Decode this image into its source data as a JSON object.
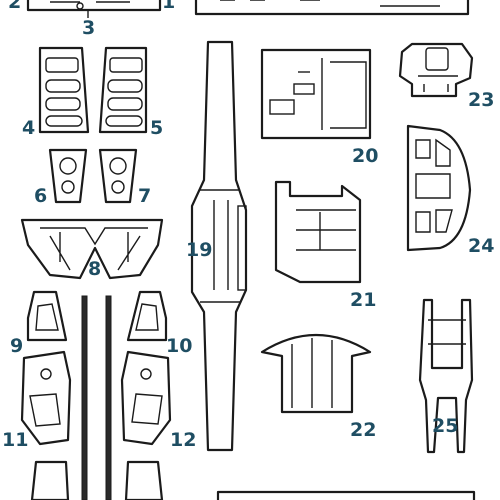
{
  "colors": {
    "label": "#1f4e63",
    "line": "#1b1b1b",
    "background": "#ffffff"
  },
  "labels": {
    "p1": "1",
    "p2": "2",
    "p3": "3",
    "p4": "4",
    "p5": "5",
    "p6": "6",
    "p7": "7",
    "p8": "8",
    "p9": "9",
    "p10": "10",
    "p11": "11",
    "p12": "12",
    "p19": "19",
    "p20": "20",
    "p21": "21",
    "p22": "22",
    "p23": "23",
    "p24": "24",
    "p25": "25"
  }
}
